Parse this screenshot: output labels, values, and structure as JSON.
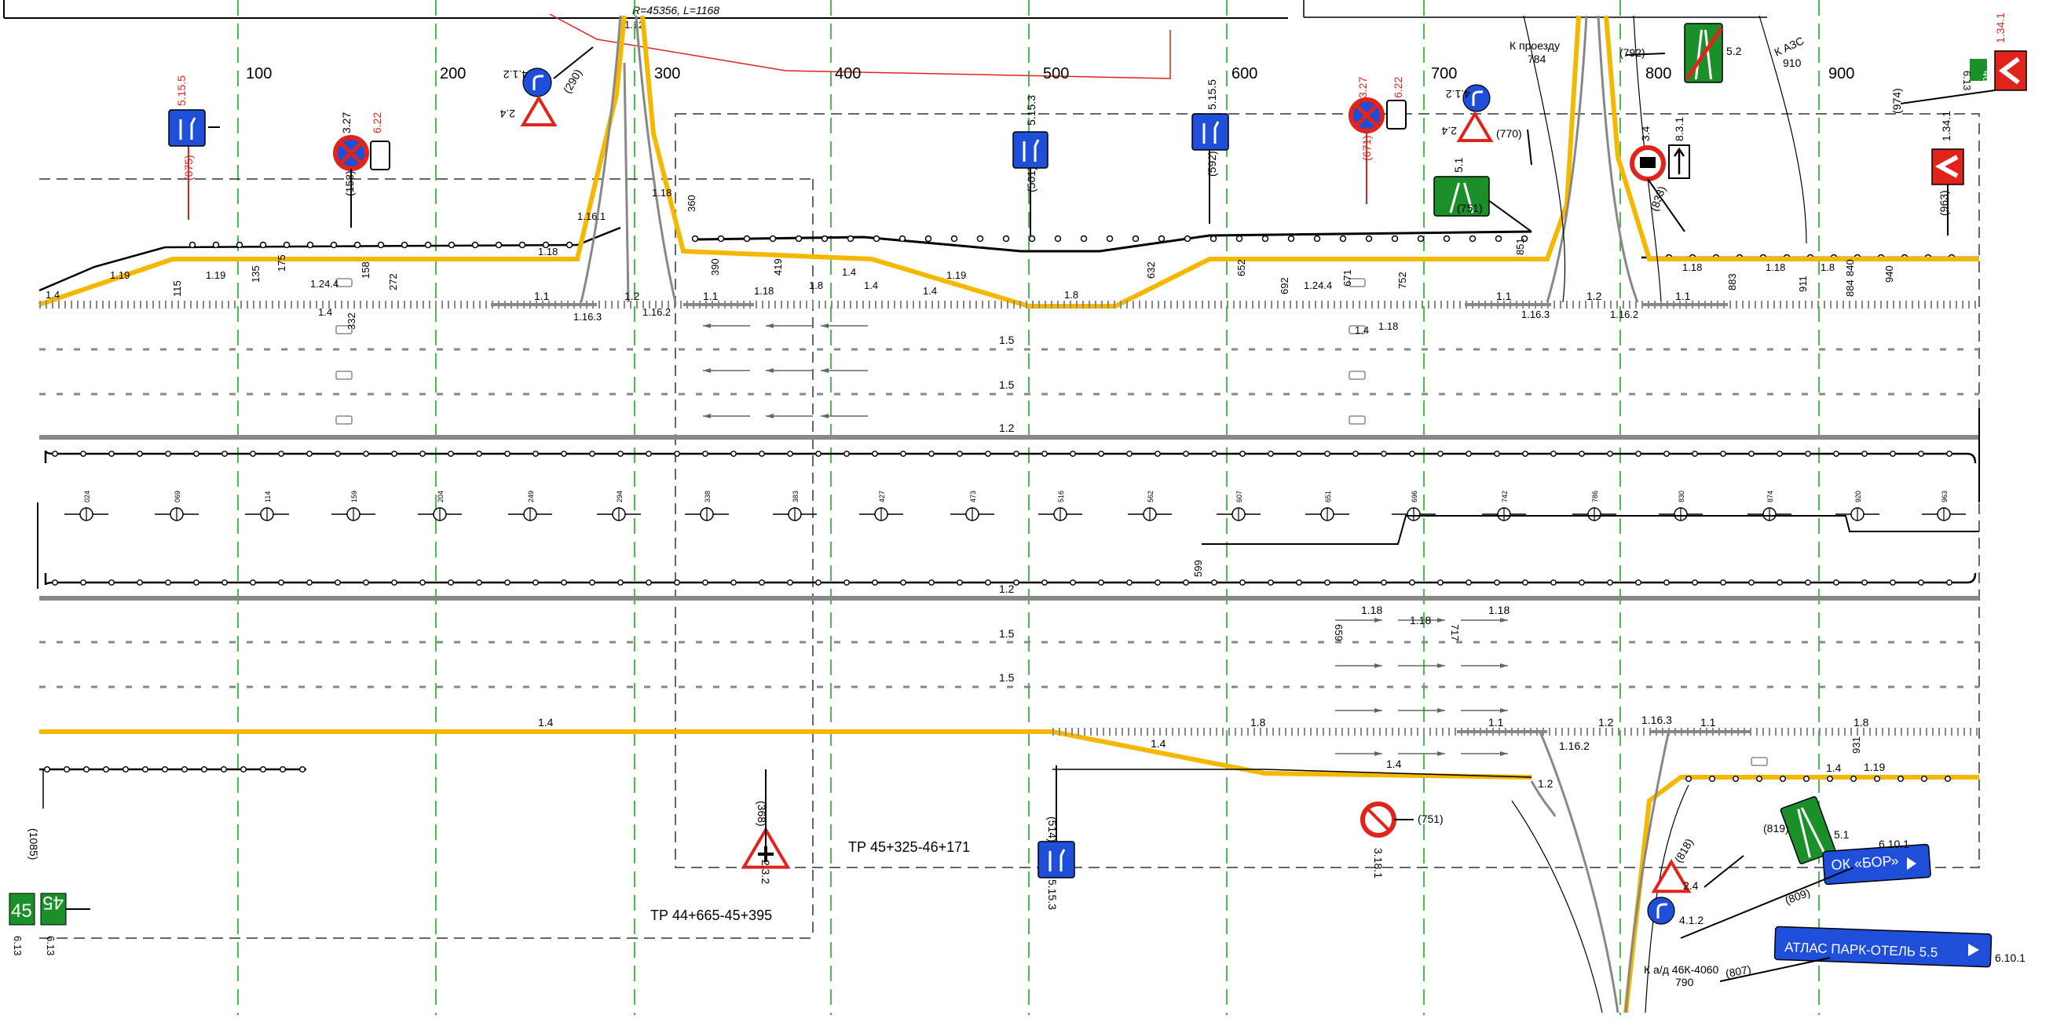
{
  "title_strip": {
    "curve_label": "R=45356, L=1168",
    "curve_label_2": "1.12"
  },
  "stations": [
    "100",
    "200",
    "300",
    "400",
    "500",
    "600",
    "700",
    "800",
    "900"
  ],
  "pole_numbers_median": [
    "024",
    "069",
    "114",
    "159",
    "204",
    "249",
    "294",
    "338",
    "383",
    "427",
    "473",
    "516",
    "562",
    "607",
    "651",
    "696",
    "742",
    "786",
    "830",
    "874",
    "920",
    "963"
  ],
  "top_signs": [
    {
      "id": "5.15.5",
      "pos": "(075)"
    },
    {
      "id": "3.27",
      "pos": "(158)",
      "plate": "6.22"
    },
    {
      "id": "4.1.2",
      "pos": "(290)",
      "extra": "2.4"
    },
    {
      "id": "5.15.3",
      "pos": "(501)"
    },
    {
      "id": "5.15.5",
      "pos": "(592)"
    },
    {
      "id": "3.27",
      "pos": "(671)",
      "plate": "6.22"
    },
    {
      "id": "4.1.2",
      "pos": "(770)",
      "extra": "2.4"
    },
    {
      "id": "5.1",
      "pos": "(751)"
    },
    {
      "id": "3.4",
      "pos": "(833)",
      "plate": "8.3.1"
    },
    {
      "id": "5.2",
      "pos": "(792)"
    },
    {
      "id": "1.34.1",
      "pos": "(963)"
    },
    {
      "id": "1.34.1",
      "pos": "(974)"
    }
  ],
  "top_texts": {
    "k_proezdu": "К проезду",
    "k_proezdu_num": "784",
    "k_azs": "К АЗС",
    "k_azs_num": "910",
    "sign_613": "6.13",
    "sign_46": "46"
  },
  "marking_labels_top": [
    "1.4",
    "1.19",
    "115",
    "1.19",
    "135",
    "175",
    "1.24.4",
    "158",
    "272",
    "1.4",
    "332",
    "1.16.1",
    "1.18",
    "360",
    "1.18",
    "390",
    "1.18",
    "419",
    "1.8",
    "1.4",
    "1.4",
    "1.4",
    "1.19",
    "1.8",
    "632",
    "652",
    "692",
    "1.24.4",
    "671",
    "752",
    "1.4",
    "1.18",
    "851",
    "1.18",
    "883",
    "1.18",
    "911",
    "1.8",
    "840",
    "884",
    "940"
  ],
  "lane_labels": {
    "top_1": "1.1",
    "top_2": "1.2",
    "top_3": "1.1",
    "dash_15": "1.5",
    "axis": "1.2",
    "bottom_14": "1.4",
    "bottom_18": "1.8",
    "bottom_11": "1.1",
    "bottom_12": "1.2",
    "bottom_1163": "1.16.3",
    "bottom_1162": "1.16.2",
    "nodes_top": [
      "1.16.3",
      "1.16.2",
      "1.16.3",
      "1.16.2"
    ]
  },
  "bottom_signs": [
    {
      "id": "2.3.2",
      "pos": "(368)"
    },
    {
      "id": "5.15.3",
      "pos": "(514)"
    },
    {
      "id": "3.18.1",
      "pos": "(751)"
    },
    {
      "id": "2.4",
      "pos": "(818)"
    },
    {
      "id": "4.1.2",
      "pos": "(809)"
    },
    {
      "id": "5.1",
      "pos": "(819)"
    },
    {
      "id": "6.10.1",
      "pos": "(809)",
      "text": "ОК «БОР»"
    },
    {
      "id": "6.10.1",
      "pos": "(807)",
      "text": "АТЛАС ПАРК-ОТЕЛЬ 5.5"
    },
    {
      "id": "6.13",
      "pos": "(1085)",
      "text": "45"
    }
  ],
  "bottom_texts": {
    "tp1": "ТР 44+665-45+395",
    "tp2": "ТР 45+325-46+171",
    "k_ad": "К а/д 46К-4060",
    "k_ad_num": "790",
    "km_plate": "45",
    "km_code": "6.13",
    "pos_1085": "(1085)",
    "l_659": "659",
    "l_717": "717",
    "l_931": "931",
    "l_599": "599",
    "l_118a": "1.18",
    "l_118b": "1.18",
    "l_118c": "1.18",
    "l_119": "1.19"
  },
  "colors": {
    "yellow": "#f5b800",
    "green_grid": "#19b019",
    "sign_blue": "#1f4fd8",
    "sign_red": "#e0241c",
    "sign_green": "#1a8f2a",
    "red_line": "#e0241c"
  }
}
